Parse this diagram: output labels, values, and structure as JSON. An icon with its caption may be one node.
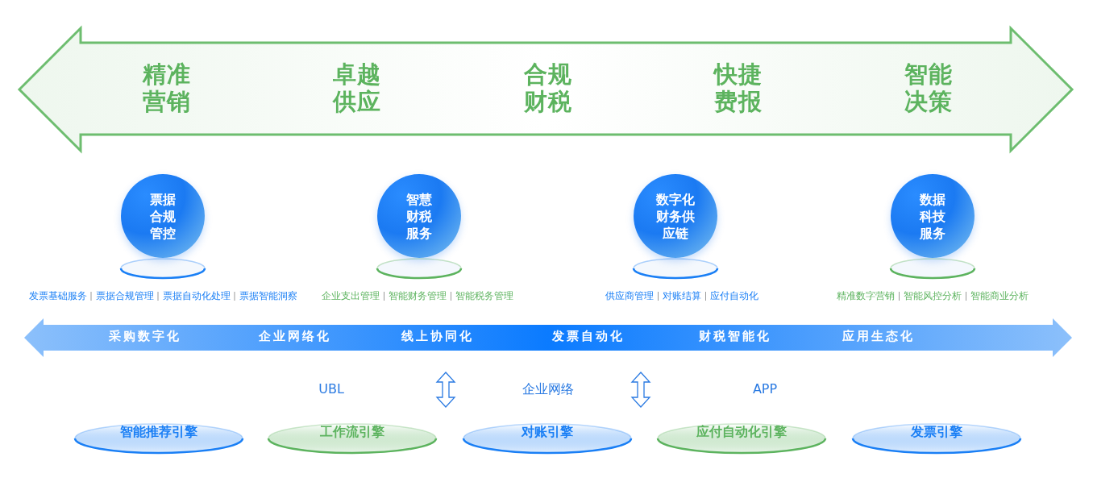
{
  "diagram": {
    "nodes": [
      {
        "text": [
          "精准营销",
          "卓越供应",
          "合规财税",
          "快捷费报",
          "智能决策"
        ]
      },
      {
        "text": [
          "票据合规管控"
        ],
        "beside": [
          "发票基础服务",
          "票据合规管理",
          "票据自动化处理",
          "票据智能洞察"
        ]
      },
      {
        "text": [
          "智慧财税服务"
        ],
        "beside": [
          "企业支出管理",
          "智能财务管理",
          "智能税务管理"
        ]
      },
      {
        "text": [
          "数字化财务供应链"
        ],
        "beside": [
          "供应商管理",
          "对账结算",
          "应付自动化"
        ]
      },
      {
        "text": [
          "数据科技服务"
        ],
        "beside": [
          "精准数字营销",
          "智能风控分析",
          "智能商业分析"
        ]
      },
      {
        "text": [
          "采购数字化",
          "企业网络化",
          "线上协同化",
          "发票自动化",
          "财税智能化",
          "应用生态化"
        ]
      },
      {
        "text": [
          "智能推荐引擎"
        ]
      },
      {
        "text": [
          "工作流引擎"
        ]
      },
      {
        "text": [
          "对账引擎"
        ]
      },
      {
        "text": [
          "应付自动化引擎"
        ]
      },
      {
        "text": [
          "发票引擎"
        ]
      }
    ],
    "edges": [
      {
        "from": 5,
        "to": 7,
        "arrow": "both"
      },
      {
        "from": 5,
        "to": 8,
        "arrow": "both"
      }
    ],
    "labels": [
      "UBL",
      "企业网络",
      "APP"
    ]
  }
}
